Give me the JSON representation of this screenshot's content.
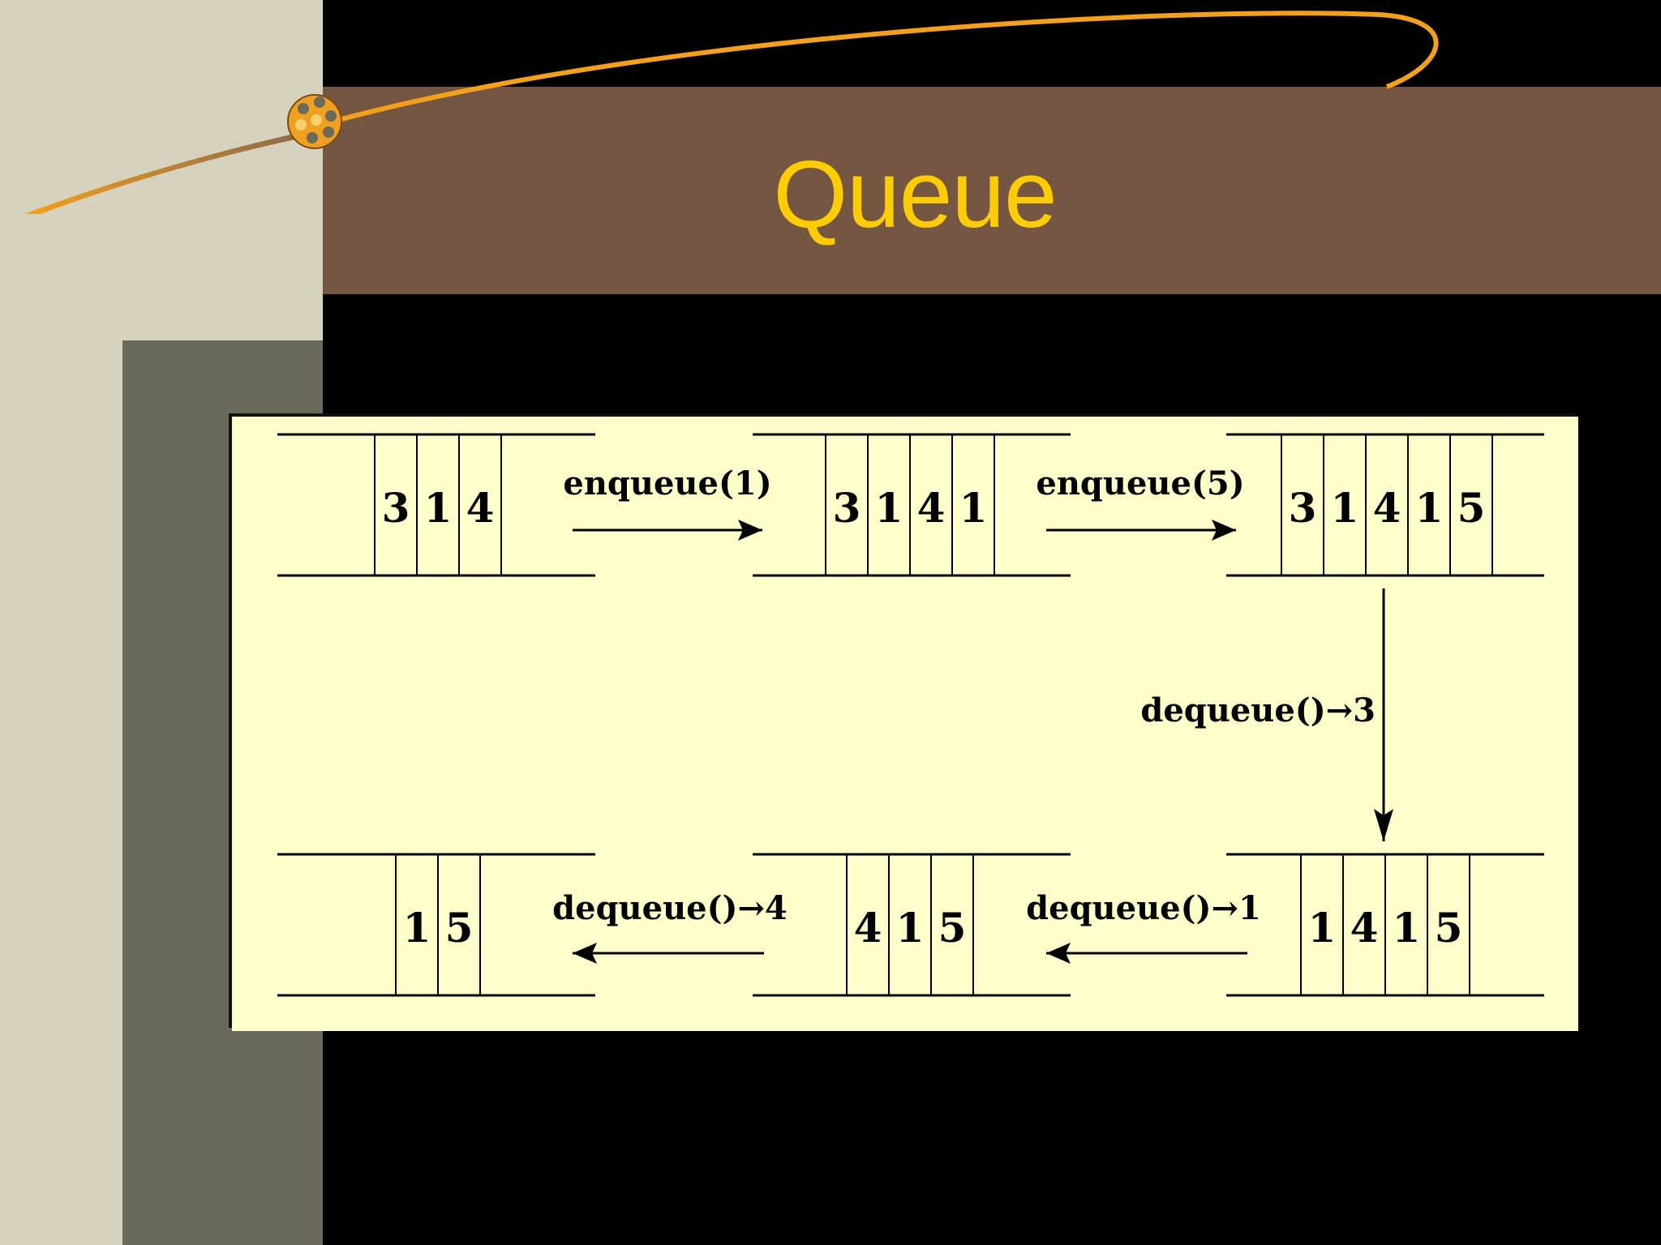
{
  "slide": {
    "title": "Queue",
    "colors": {
      "background": "#000000",
      "left_panel": "#d5d2be",
      "left_inner": "#6a6a5c",
      "title_band": "#745642",
      "title_text": "#ffcc00",
      "diagram_bg": "#ffffcc",
      "decor_line": "#f5a01a"
    }
  },
  "diagram": {
    "queues": [
      {
        "id": "q1",
        "values": [
          "3",
          "1",
          "4"
        ]
      },
      {
        "id": "q2",
        "values": [
          "3",
          "1",
          "4",
          "1"
        ]
      },
      {
        "id": "q3",
        "values": [
          "3",
          "1",
          "4",
          "1",
          "5"
        ]
      },
      {
        "id": "q4",
        "values": [
          "1",
          "4",
          "1",
          "5"
        ]
      },
      {
        "id": "q5",
        "values": [
          "4",
          "1",
          "5"
        ]
      },
      {
        "id": "q6",
        "values": [
          "1",
          "5"
        ]
      }
    ],
    "operations": [
      {
        "id": "op1",
        "label": "enqueue(1)",
        "from": "q1",
        "to": "q2"
      },
      {
        "id": "op2",
        "label": "enqueue(5)",
        "from": "q2",
        "to": "q3"
      },
      {
        "id": "op3",
        "label": "dequeue()→3",
        "from": "q3",
        "to": "q4"
      },
      {
        "id": "op4",
        "label": "dequeue()→1",
        "from": "q4",
        "to": "q5"
      },
      {
        "id": "op5",
        "label": "dequeue()→4",
        "from": "q5",
        "to": "q6"
      }
    ]
  }
}
